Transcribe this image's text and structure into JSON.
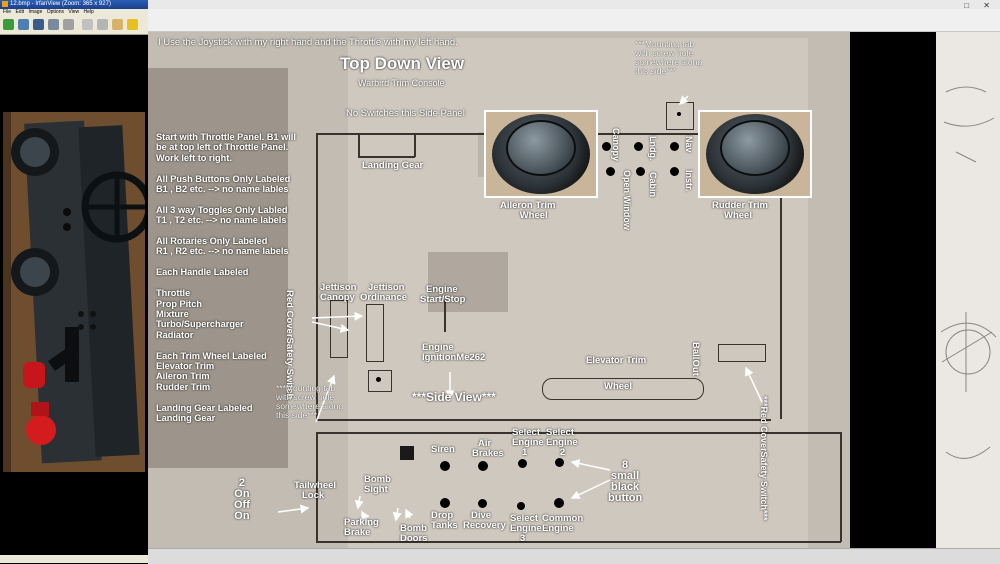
{
  "viewer": {
    "title": "12.bmp - IrfanView (Zoom: 365 x 927)",
    "menu": [
      "File",
      "Edit",
      "Image",
      "Options",
      "View",
      "Help"
    ]
  },
  "doc": {
    "intro": "I Use the Joystick with my right hand and the Throttle with my left hand.",
    "title": "Top Down View",
    "subtitle": "Warbird Trim Console",
    "no_switches": "No Switches this Side Panel",
    "mount_top": [
      "***Mounting tab",
      "with screw hole",
      "somewhere along",
      "this side***"
    ],
    "left_notes": [
      "Start with Throttle Panel. B1 will",
      "be at top left of Throttle Panel.",
      "Work left to right.",
      "",
      "All Push Buttons Only Labeled",
      "B1 , B2 etc.  --> no name lables",
      "",
      "All 3 way Toggles Only Labled",
      "T1 , T2 etc.  --> no name labels",
      "",
      "All Rotaries Only Labeled",
      "R1 , R2  etc. --> no name labels",
      "",
      "Each Handle Labeled",
      "",
      "Throttle",
      "Prop Pitch",
      "Mixture",
      "Turbo/Supercharger",
      "Radiator",
      "",
      "Each Trim Wheel Labeled",
      "Elevator Trim",
      "Aileron Trim",
      "Rudder Trim",
      "",
      "Landing Gear Labeled",
      "Landing Gear"
    ],
    "landing_gear": "Landing Gear",
    "aileron_trim": [
      "Aileron Trim",
      "Wheel"
    ],
    "rudder_trim": [
      "Rudder Trim",
      "Wheel"
    ],
    "vertical_switches": [
      "Canopy",
      "Open Window",
      "Lndg.",
      "Cabin",
      "Nav",
      "Instr."
    ],
    "jettison_canopy": [
      "Jettison",
      "Canopy"
    ],
    "jettison_ordinance": [
      "Jettison",
      "Ordinance"
    ],
    "engine_start": [
      "Engine",
      "Start/Stop"
    ],
    "red_cover_left": [
      "Red Cover",
      "Safety Switch"
    ],
    "engine_ignition": [
      "Engine",
      "Ignition"
    ],
    "me262": "Me262",
    "elevator_trim": "Elevator Trim",
    "ball_out": [
      "Ball",
      "Out"
    ],
    "wheel": "Wheel",
    "mount_bottom": [
      "***Mounting tab",
      "with screw hole",
      "somewhere along",
      "this side***"
    ],
    "side_view": "***Side View***",
    "red_cover_right": [
      "***Red Cover",
      "Safety Switch***"
    ],
    "siren": "Siren",
    "air_brakes": [
      "Air",
      "Brakes"
    ],
    "select_engine_1": [
      "Select",
      "Engine",
      "1"
    ],
    "select_engine_2": [
      "Select",
      "Engine",
      "2"
    ],
    "small_buttons": [
      "8",
      "small",
      "black",
      "button"
    ],
    "toggle_note": [
      "2",
      "On",
      "Off",
      "On"
    ],
    "tailwheel_lock": [
      "Tailwheel",
      "Lock"
    ],
    "bomb_sight": [
      "Bomb",
      "Sight"
    ],
    "parking_brake": [
      "Parking",
      "Brake"
    ],
    "bomb_doors": [
      "Bomb",
      "Doors"
    ],
    "drop_tanks": [
      "Drop",
      "Tanks"
    ],
    "dive_recovery": [
      "Dive",
      "Recovery"
    ],
    "select_engine_3": [
      "Select",
      "Engine",
      "3"
    ],
    "common_engine": [
      "Common",
      "Engine"
    ]
  }
}
